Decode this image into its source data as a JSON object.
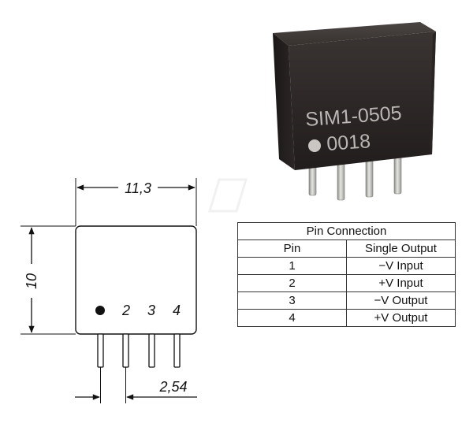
{
  "module": {
    "part_number": "SIM1-0505",
    "date_code": "0018"
  },
  "drawing": {
    "width_dim": "11,3",
    "height_dim": "10",
    "pitch_dim": "2,54",
    "pin_labels": [
      "2",
      "3",
      "4"
    ]
  },
  "pin_table": {
    "title": "Pin Connection",
    "headers": [
      "Pin",
      "Single Output"
    ],
    "rows": [
      {
        "pin": "1",
        "function": "−V Input"
      },
      {
        "pin": "2",
        "function": "+V Input"
      },
      {
        "pin": "3",
        "function": "−V Output"
      },
      {
        "pin": "4",
        "function": "+V Output"
      }
    ]
  }
}
